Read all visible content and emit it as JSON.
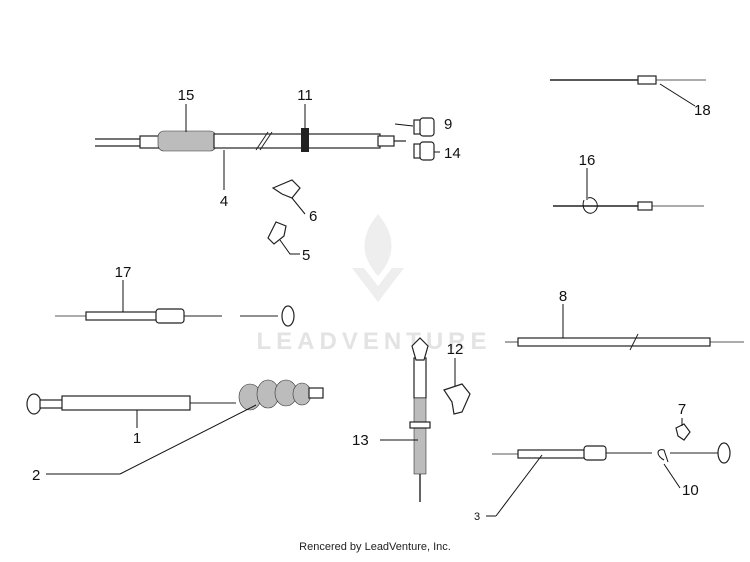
{
  "diagram": {
    "callouts": {
      "c1": "1",
      "c2": "2",
      "c3": "3",
      "c4": "4",
      "c5": "5",
      "c6": "6",
      "c7": "7",
      "c8": "8",
      "c9": "9",
      "c10": "10",
      "c11": "11",
      "c12": "12",
      "c13": "13",
      "c14": "14",
      "c15": "15",
      "c16": "16",
      "c17": "17",
      "c18": "18"
    },
    "watermark": "LEADVENTURE",
    "watermark_icon": "flame-v-logo-icon"
  },
  "footer": {
    "credit": "Rencered by LeadVenture, Inc."
  }
}
